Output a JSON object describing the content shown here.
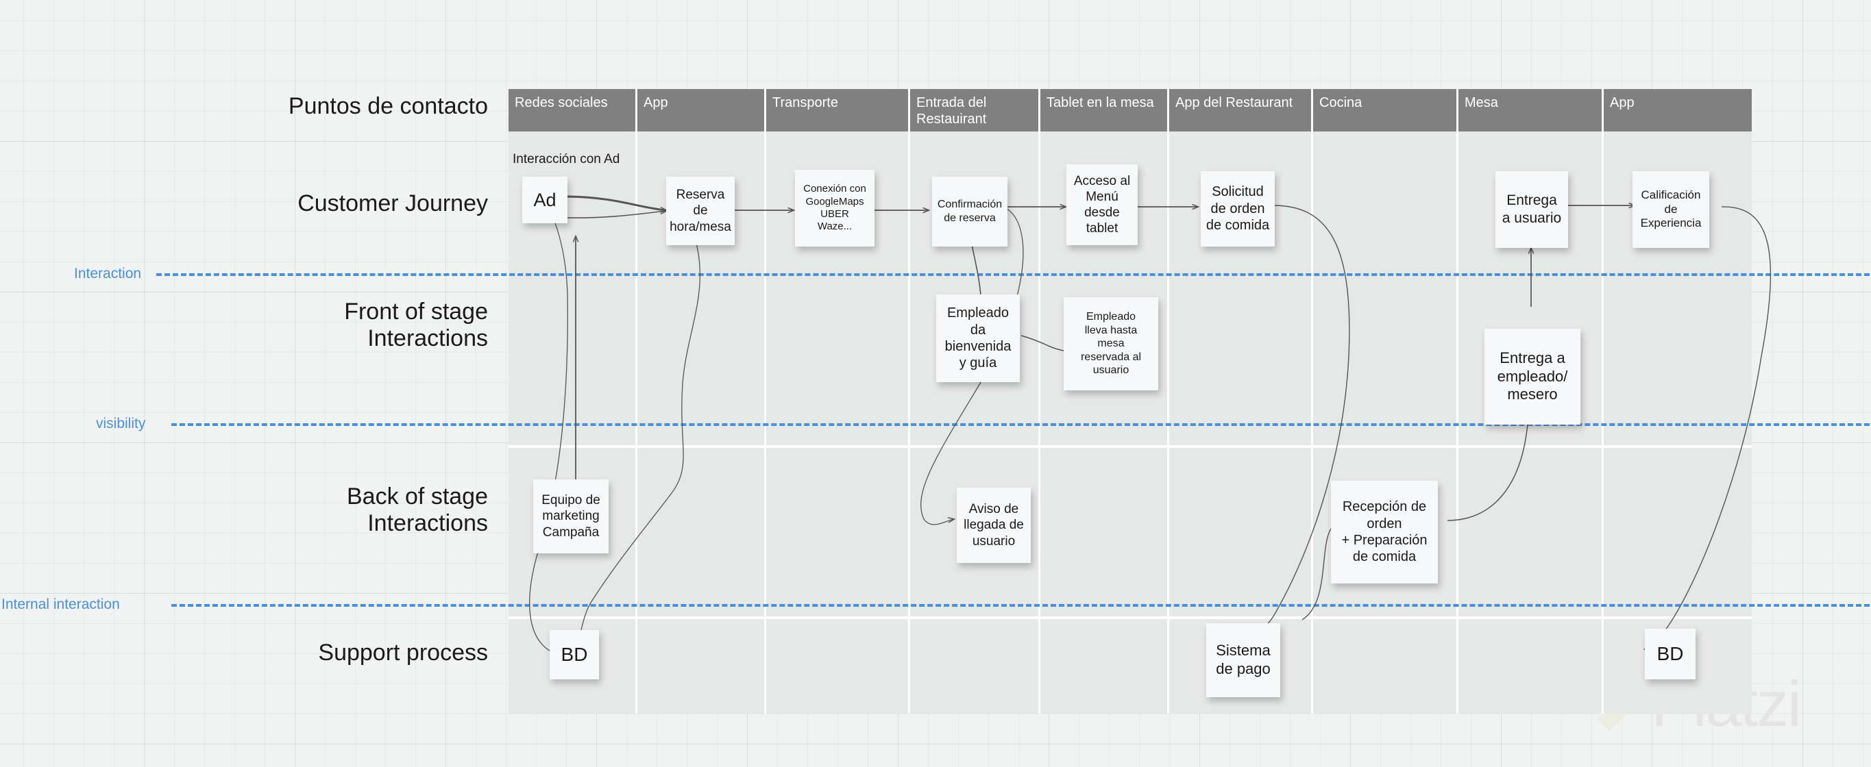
{
  "board": {
    "background_color": "#f1f2f2",
    "lane_color": "#e6e7e7",
    "header_color": "#808080",
    "divider_color": "#4a90d9",
    "note_color": "#f7f8f9"
  },
  "watermark": {
    "text": "Platzi"
  },
  "row_titles": [
    {
      "label": "Puntos de contacto"
    },
    {
      "label": "Customer Journey"
    },
    {
      "label": "Front of stage\nInteractions"
    },
    {
      "label": "Back of stage\nInteractions"
    },
    {
      "label": "Support process"
    }
  ],
  "dividers": [
    {
      "label": "Interaction"
    },
    {
      "label": "visibility"
    },
    {
      "label": "Internal interaction"
    }
  ],
  "columns": [
    {
      "label": "Redes sociales"
    },
    {
      "label": "App"
    },
    {
      "label": "Transporte"
    },
    {
      "label": "Entrada del Restauirant"
    },
    {
      "label": "Tablet en la mesa"
    },
    {
      "label": "App del Restaurant"
    },
    {
      "label": "Cocina"
    },
    {
      "label": "Mesa"
    },
    {
      "label": "App"
    }
  ],
  "plain_labels": [
    {
      "text": "Interacción con Ad"
    }
  ],
  "notes": {
    "customer_journey": [
      {
        "text": "Ad"
      },
      {
        "text": "Reserva de\nhora/mesa"
      },
      {
        "text": "Conexión con\nGoogleMaps\nUBER\nWaze..."
      },
      {
        "text": "Confirmación\nde reserva"
      },
      {
        "text": "Acceso al\nMenú\ndesde\ntablet"
      },
      {
        "text": "Solicitud\nde orden\nde comida"
      },
      {
        "text": "Entrega\na usuario"
      },
      {
        "text": "Calificación\nde\nExperiencia"
      }
    ],
    "front_of_stage": [
      {
        "text": "Empleado\nda\nbienvenida\ny guía"
      },
      {
        "text": "Empleado\nlleva hasta\nmesa\nreservada al\nusuario"
      },
      {
        "text": "Entrega a\nempleado/\nmesero"
      }
    ],
    "back_of_stage": [
      {
        "text": "Equipo de\nmarketing\nCampaña"
      },
      {
        "text": "Aviso de\nllegada de\nusuario"
      },
      {
        "text": "Recepción de\norden\n+ Preparación\nde comida"
      }
    ],
    "support_process": [
      {
        "text": "BD"
      },
      {
        "text": "Sistema\nde pago"
      },
      {
        "text": "BD"
      }
    ]
  }
}
